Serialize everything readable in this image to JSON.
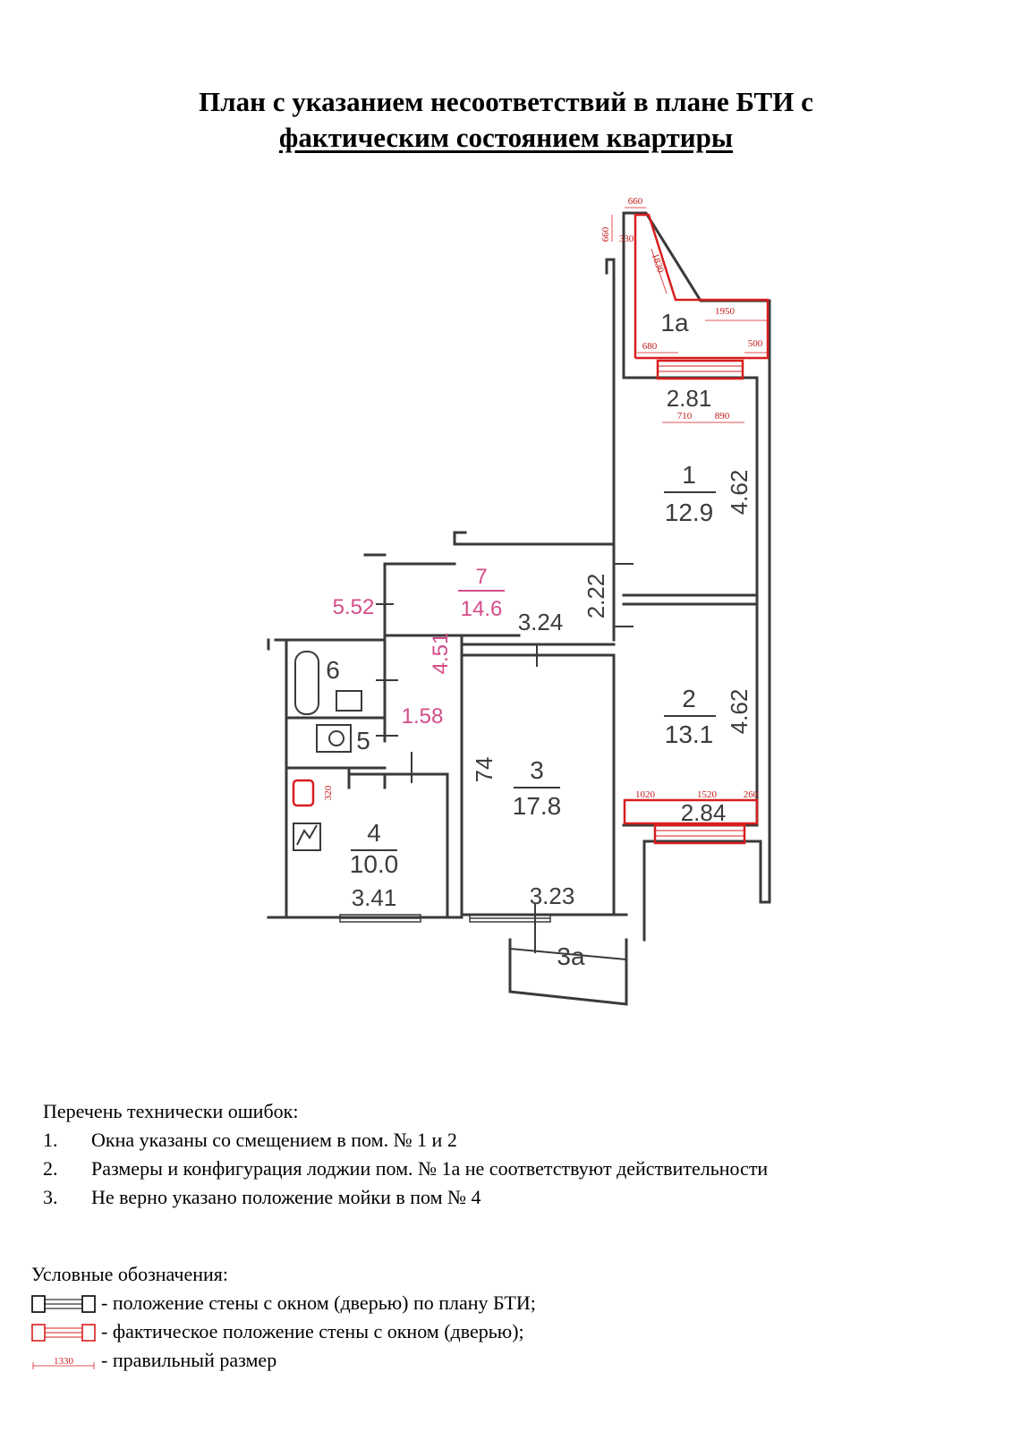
{
  "title": {
    "line1": "План с указанием несоответствий в плане БТИ с",
    "line2": "фактическим состоянием квартиры"
  },
  "plan": {
    "rooms": [
      {
        "number": "1",
        "area": "12.9"
      },
      {
        "number": "2",
        "area": "13.1"
      },
      {
        "number": "3",
        "area": "17.8"
      },
      {
        "number": "4",
        "area": "10.0"
      },
      {
        "number": "5"
      },
      {
        "number": "6"
      },
      {
        "number": "7",
        "area": "14.6"
      },
      {
        "number": "1а"
      },
      {
        "number": "3а"
      }
    ],
    "dimensions": [
      "2.81",
      "4.62",
      "4.62",
      "2.84",
      "2.22",
      "3.24",
      "4.51",
      "1.58",
      "74",
      "5.52",
      "3.23",
      "3.41"
    ],
    "red_dimensions": [
      "660",
      "660",
      "330",
      "1830",
      "1950",
      "680",
      "500",
      "710",
      "890",
      "320",
      "1020",
      "1520",
      "260"
    ]
  },
  "errors": {
    "heading": "Перечень технически ошибок:",
    "items": [
      {
        "num": "1.",
        "text": "Окна указаны со смещением в пом. № 1 и 2"
      },
      {
        "num": "2.",
        "text": "Размеры и конфигурация лоджии пом. № 1а не соответствуют действительности"
      },
      {
        "num": "3.",
        "text": "Не верно указано положение мойки в пом № 4"
      }
    ]
  },
  "legend": {
    "heading": "Условные обозначения:",
    "items": [
      {
        "text": "- положение стены с окном (дверью) по плану БТИ;",
        "color": "#000000"
      },
      {
        "text": "- фактическое положение стены с окном (дверью);",
        "color": "#d81e1e"
      },
      {
        "text": "- правильный размер",
        "sample": "1330"
      }
    ]
  },
  "colors": {
    "plan_line": "#3a3a3a",
    "correction": "#d81e1e",
    "pink_label": "#d44d8a"
  }
}
